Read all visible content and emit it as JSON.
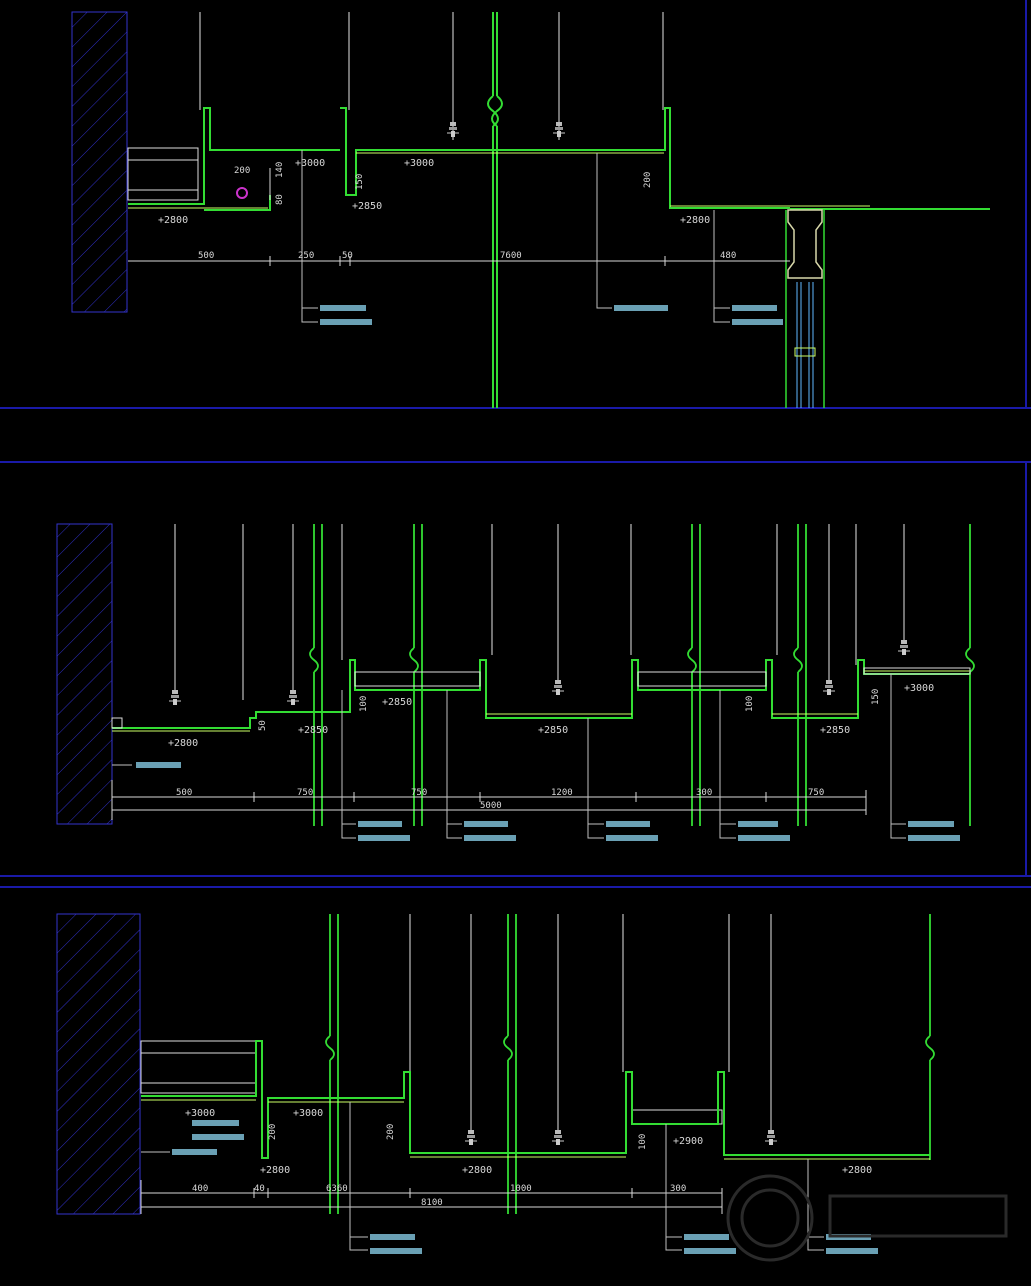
{
  "colors": {
    "background": "#000000",
    "panel_border": "#1a1aa8",
    "ceiling_line": "#33dd33",
    "finish_line": "#ccff66",
    "rod": "#bfbfbf",
    "dimension": "#d8d8d8",
    "tag_bar": "#6aa0b4",
    "wall_hatch": "#3333cc",
    "highlight": "#cc33cc"
  },
  "section1": {
    "dims": [
      "500",
      "250",
      "50",
      "7600",
      "480"
    ],
    "levels": [
      "+2800",
      "+3000",
      "+3000",
      "+2850",
      "+2800"
    ],
    "small_dims": [
      "200",
      "140",
      "80",
      "150",
      "200"
    ]
  },
  "section2": {
    "dims": [
      "500",
      "750",
      "750",
      "1200",
      "300",
      "750"
    ],
    "total": "5000",
    "levels": [
      "+2800",
      "+2850",
      "+2850",
      "+2850",
      "+2850",
      "+3000"
    ],
    "small_dims": [
      "50",
      "100",
      "100",
      "150"
    ]
  },
  "section3": {
    "dims": [
      "400",
      "40",
      "6360",
      "1000",
      "300"
    ],
    "total": "8100",
    "levels": [
      "+3000",
      "+3000",
      "+2800",
      "+2800",
      "+2900",
      "+2800"
    ],
    "small_dims": [
      "200",
      "200",
      "100"
    ]
  }
}
